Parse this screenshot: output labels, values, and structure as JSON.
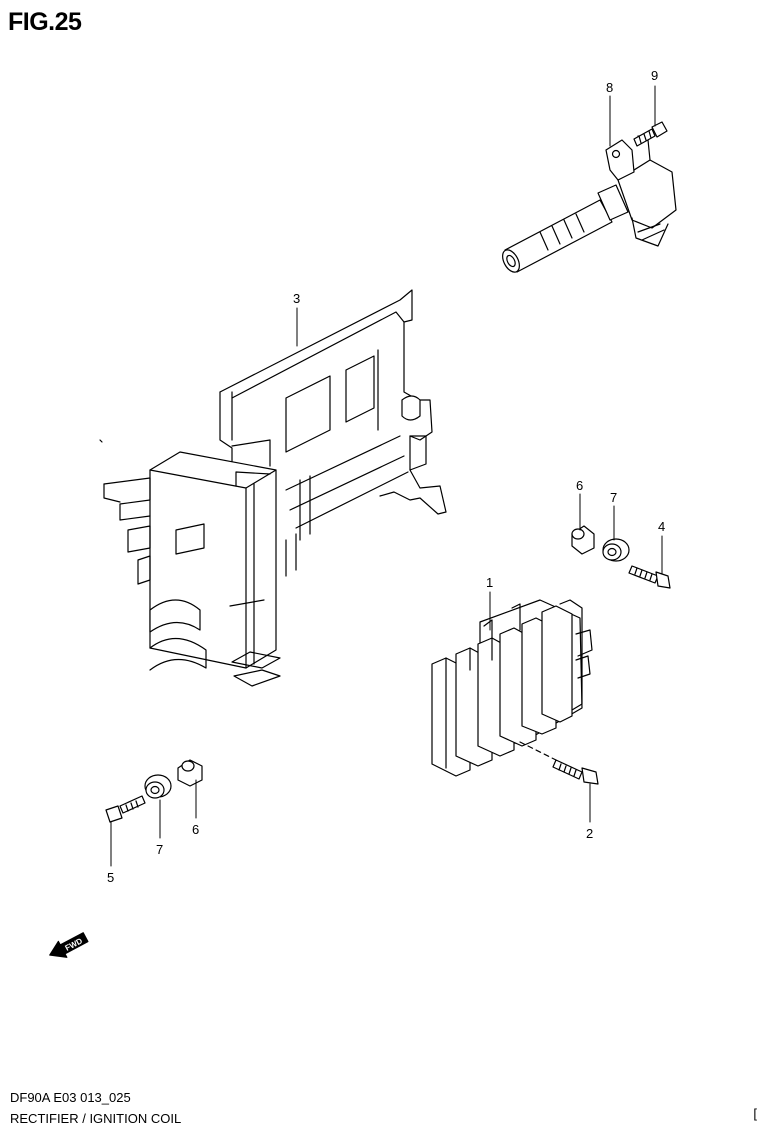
{
  "figure": {
    "title": "FIG.25"
  },
  "callouts": [
    {
      "id": "1",
      "label": "1"
    },
    {
      "id": "2",
      "label": "2"
    },
    {
      "id": "3",
      "label": "3"
    },
    {
      "id": "4",
      "label": "4"
    },
    {
      "id": "5",
      "label": "5"
    },
    {
      "id": "6a",
      "label": "6"
    },
    {
      "id": "6b",
      "label": "6"
    },
    {
      "id": "7a",
      "label": "7"
    },
    {
      "id": "7b",
      "label": "7"
    },
    {
      "id": "8",
      "label": "8"
    },
    {
      "id": "9",
      "label": "9"
    }
  ],
  "fwd_badge": {
    "label": "FWD"
  },
  "footer": {
    "model_code": "DF90A E03 013_025",
    "caption": "RECTIFIER / IGNITION COIL",
    "corner_mark": "["
  }
}
